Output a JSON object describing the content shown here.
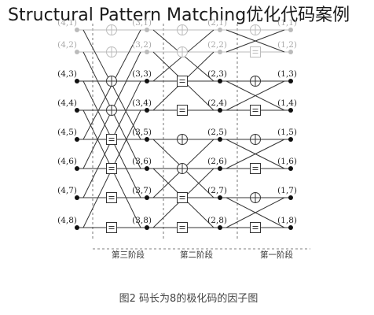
{
  "page": {
    "title": "Structural Pattern Matching优化代码案例"
  },
  "diagram": {
    "rows": [
      {
        "labels": [
          "(4,1)",
          "(3,1)",
          "(2,1)",
          "(1,1)"
        ],
        "faded": true
      },
      {
        "labels": [
          "(4,2)",
          "(3,2)",
          "(2,2)",
          "(1,2)"
        ],
        "faded": true
      },
      {
        "labels": [
          "(4,3)",
          "(3,3)",
          "(2,3)",
          "(1,3)"
        ],
        "faded": false
      },
      {
        "labels": [
          "(4,4)",
          "(3,4)",
          "(2,4)",
          "(1,4)"
        ],
        "faded": false
      },
      {
        "labels": [
          "(4,5)",
          "(3,5)",
          "(2,5)",
          "(1,5)"
        ],
        "faded": false
      },
      {
        "labels": [
          "(4,6)",
          "(3,6)",
          "(2,6)",
          "(1,6)"
        ],
        "faded": false
      },
      {
        "labels": [
          "(4,7)",
          "(3,7)",
          "(2,7)",
          "(1,7)"
        ],
        "faded": false
      },
      {
        "labels": [
          "(4,8)",
          "(3,8)",
          "(2,8)",
          "(1,8)"
        ],
        "faded": false
      }
    ],
    "stages": [
      "第三阶段",
      "第二阶段",
      "第一阶段"
    ],
    "caption": "图2   码长为8的极化码的因子图"
  }
}
